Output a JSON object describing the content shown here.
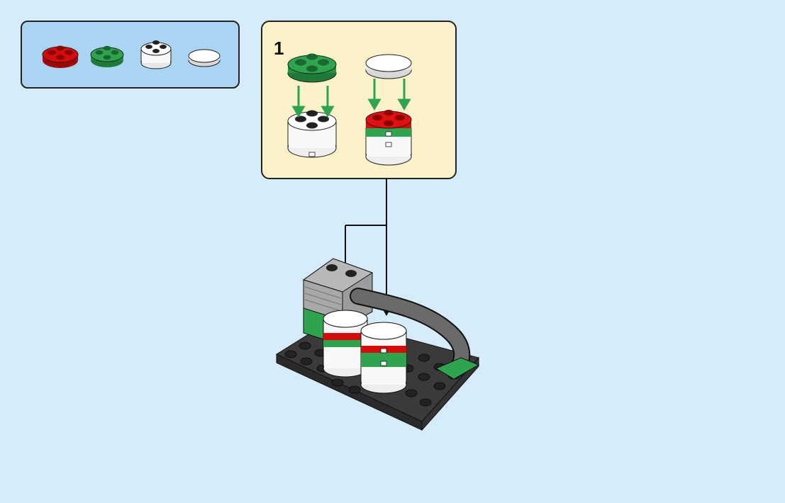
{
  "parts_list": {
    "items": [
      {
        "name": "round-plate-2x2",
        "color": "#d40c0c"
      },
      {
        "name": "round-plate-2x2",
        "color": "#2fa44f"
      },
      {
        "name": "round-brick-2x2",
        "color": "#ffffff"
      },
      {
        "name": "round-tile-2x2",
        "color": "#ffffff"
      }
    ]
  },
  "step": {
    "number": "1"
  },
  "colors": {
    "background": "#d6ecfa",
    "parts_panel": "#a9d4f3",
    "step_panel": "#fbf2c9",
    "arrow_green": "#2fa44f",
    "red": "#d40c0c",
    "green": "#2fa44f",
    "dark_gray": "#4a4a4a",
    "light_gray": "#a8a8a8"
  }
}
